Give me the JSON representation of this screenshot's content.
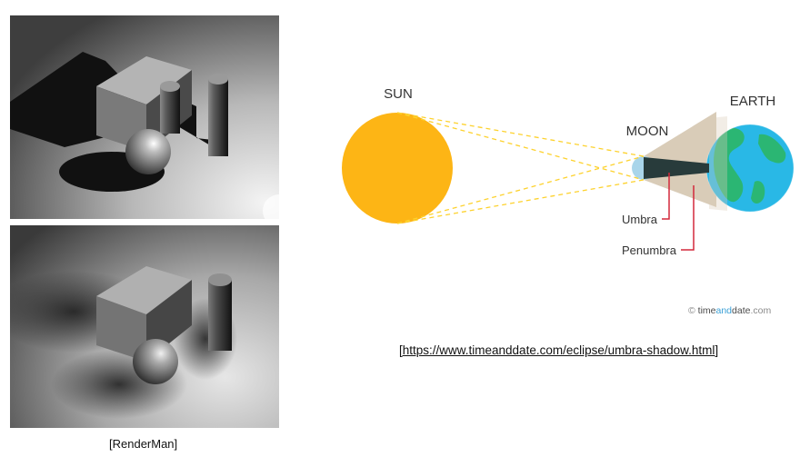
{
  "left_caption": "[RenderMan]",
  "right_caption": "[https://www.timeanddate.com/eclipse/umbra-shadow.html]",
  "diagram": {
    "sun_label": "SUN",
    "moon_label": "MOON",
    "earth_label": "EARTH",
    "umbra_label": "Umbra",
    "penumbra_label": "Penumbra",
    "credit": {
      "prefix": "© ",
      "part1": "time",
      "part2": "and",
      "part3": "date",
      "suffix": ".com"
    }
  },
  "colors": {
    "sun": "#fdb515",
    "earth_ocean": "#29b8e6",
    "earth_land": "#2bb673",
    "moon": "#a9d5ea",
    "umbra": "#283b3b",
    "penumbra": "#d9ccb8",
    "ray": "#fdd22e",
    "pointer": "#d3283b"
  }
}
